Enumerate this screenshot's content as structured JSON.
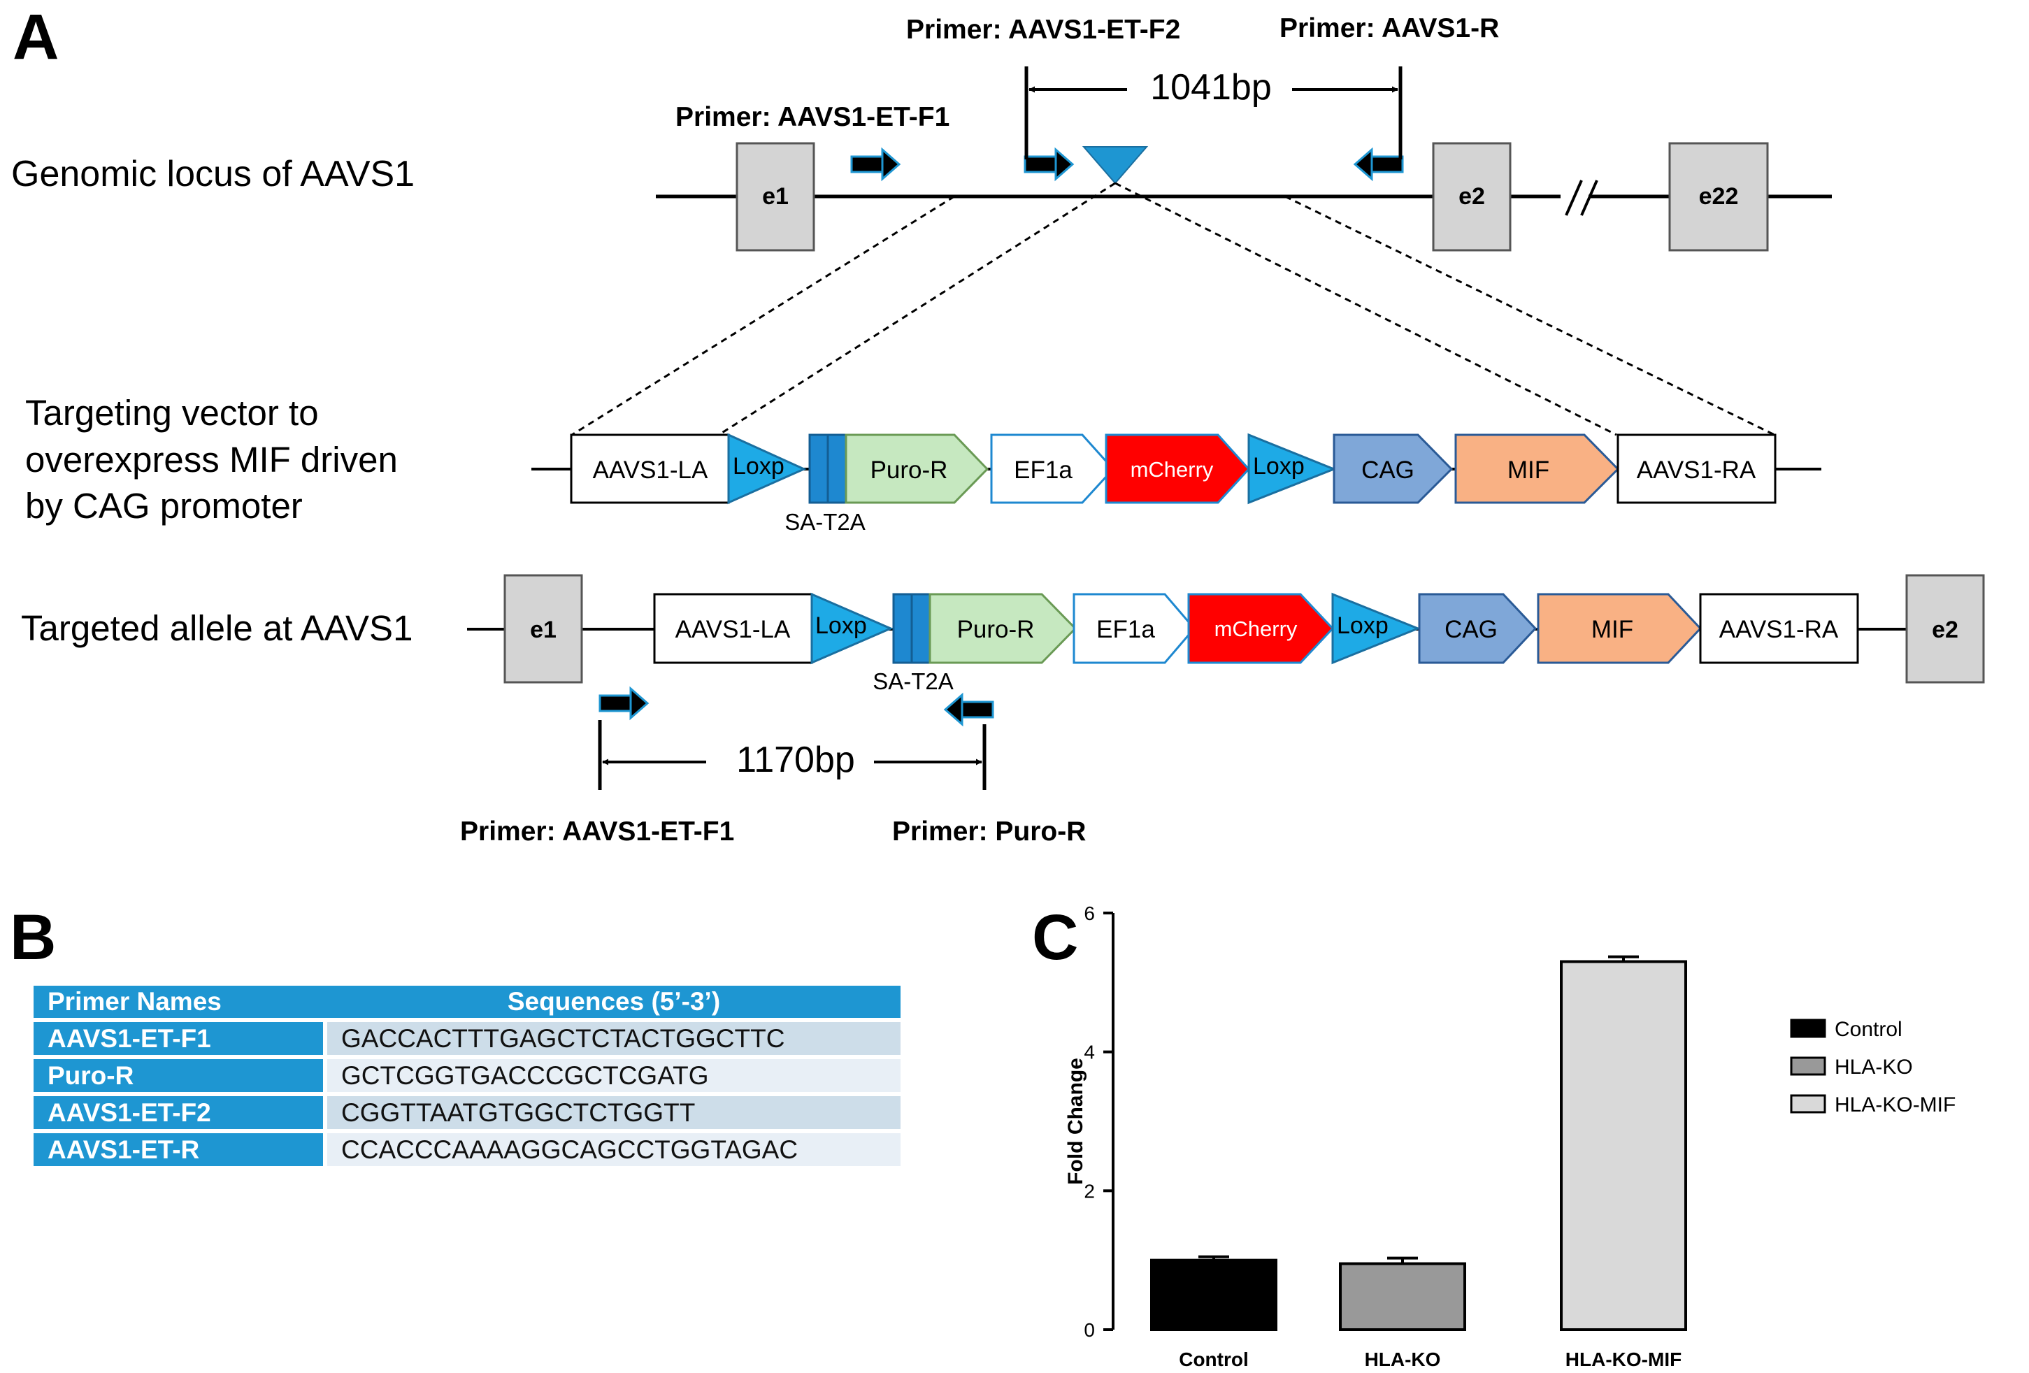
{
  "panel_a": {
    "label": "A",
    "genomic": {
      "row_label": "Genomic locus of AAVS1",
      "exons": [
        "e1",
        "e2",
        "e22"
      ],
      "primer_f1": "Primer: AAVS1-ET-F1",
      "primer_f2": "Primer: AAVS1-ET-F2",
      "primer_r": "Primer: AAVS1-R",
      "amplicon": "1041bp"
    },
    "vector": {
      "row_label": [
        "Targeting vector to",
        "overexpress MIF driven",
        "by CAG promoter"
      ],
      "elements": [
        "AAVS1-LA",
        "Loxp",
        "Puro-R",
        "EF1a",
        "mCherry",
        "Loxp",
        "CAG",
        "MIF",
        "AAVS1-RA"
      ],
      "sa_t2a": "SA-T2A"
    },
    "allele": {
      "row_label": "Targeted allele at AAVS1",
      "exons": [
        "e1",
        "e2"
      ],
      "elements": [
        "AAVS1-LA",
        "Loxp",
        "Puro-R",
        "EF1a",
        "mCherry",
        "Loxp",
        "CAG",
        "MIF",
        "AAVS1-RA"
      ],
      "sa_t2a": "SA-T2A",
      "amplicon": "1170bp",
      "primer_f": "Primer: AAVS1-ET-F1",
      "primer_r": "Primer: Puro-R"
    },
    "colors": {
      "exon": "#d4d4d4",
      "loxp": "#1eaae6",
      "sa_t2a": "#1e88d0",
      "puro": "#c6e8c0",
      "mcherry": "#ff0000",
      "cag": "#7fa7d8",
      "mif": "#f9b184",
      "triangle": "#1e96d2"
    }
  },
  "panel_b": {
    "label": "B",
    "header": [
      "Primer Names",
      "Sequences (5’-3’)"
    ],
    "rows": [
      {
        "name": "AAVS1-ET-F1",
        "seq": "GACCACTTTGAGCTCTACTGGCTTC"
      },
      {
        "name": "Puro-R",
        "seq": "GCTCGGTGACCCGCTCGATG"
      },
      {
        "name": "AAVS1-ET-F2",
        "seq": "CGGTTAATGTGGCTCTGGTT"
      },
      {
        "name": "AAVS1-ET-R",
        "seq": "CCACCCAAAAGGCAGCCTGGTAGAC"
      }
    ]
  },
  "panel_c": {
    "label": "C",
    "chart_data": {
      "type": "bar",
      "categories": [
        "Control",
        "HLA-KO",
        "HLA-KO-MIF"
      ],
      "values": [
        1.0,
        0.95,
        5.3
      ],
      "errors": [
        0.05,
        0.08,
        0.07
      ],
      "colors": [
        "#000000",
        "#999999",
        "#d9d9d9"
      ],
      "ylabel": "Fold Change",
      "ylim": [
        0,
        6
      ],
      "yticks": [
        "0",
        "2",
        "4",
        "6"
      ],
      "legend": [
        "Control",
        "HLA-KO",
        "HLA-KO-MIF"
      ],
      "legend_position": "right"
    }
  }
}
